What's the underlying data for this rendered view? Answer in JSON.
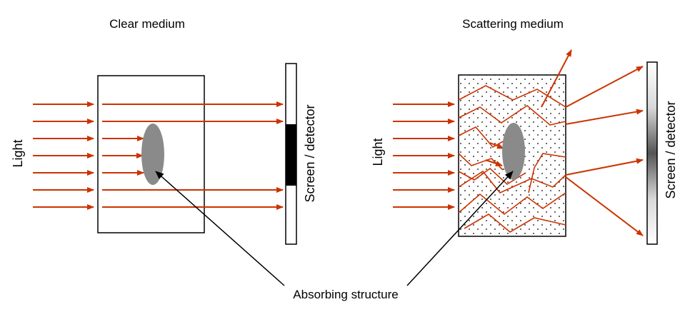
{
  "left_panel": {
    "title": "Clear medium",
    "light_label": "Light",
    "screen_label": "Screen / detector"
  },
  "right_panel": {
    "title": "Scattering medium",
    "light_label": "Light",
    "screen_label": "Screen / detector"
  },
  "callout": {
    "label": "Absorbing structure"
  },
  "colors": {
    "light_ray": "#cc3300",
    "absorber": "#8a8a8a",
    "shadow": "#000000",
    "outline": "#000000"
  }
}
